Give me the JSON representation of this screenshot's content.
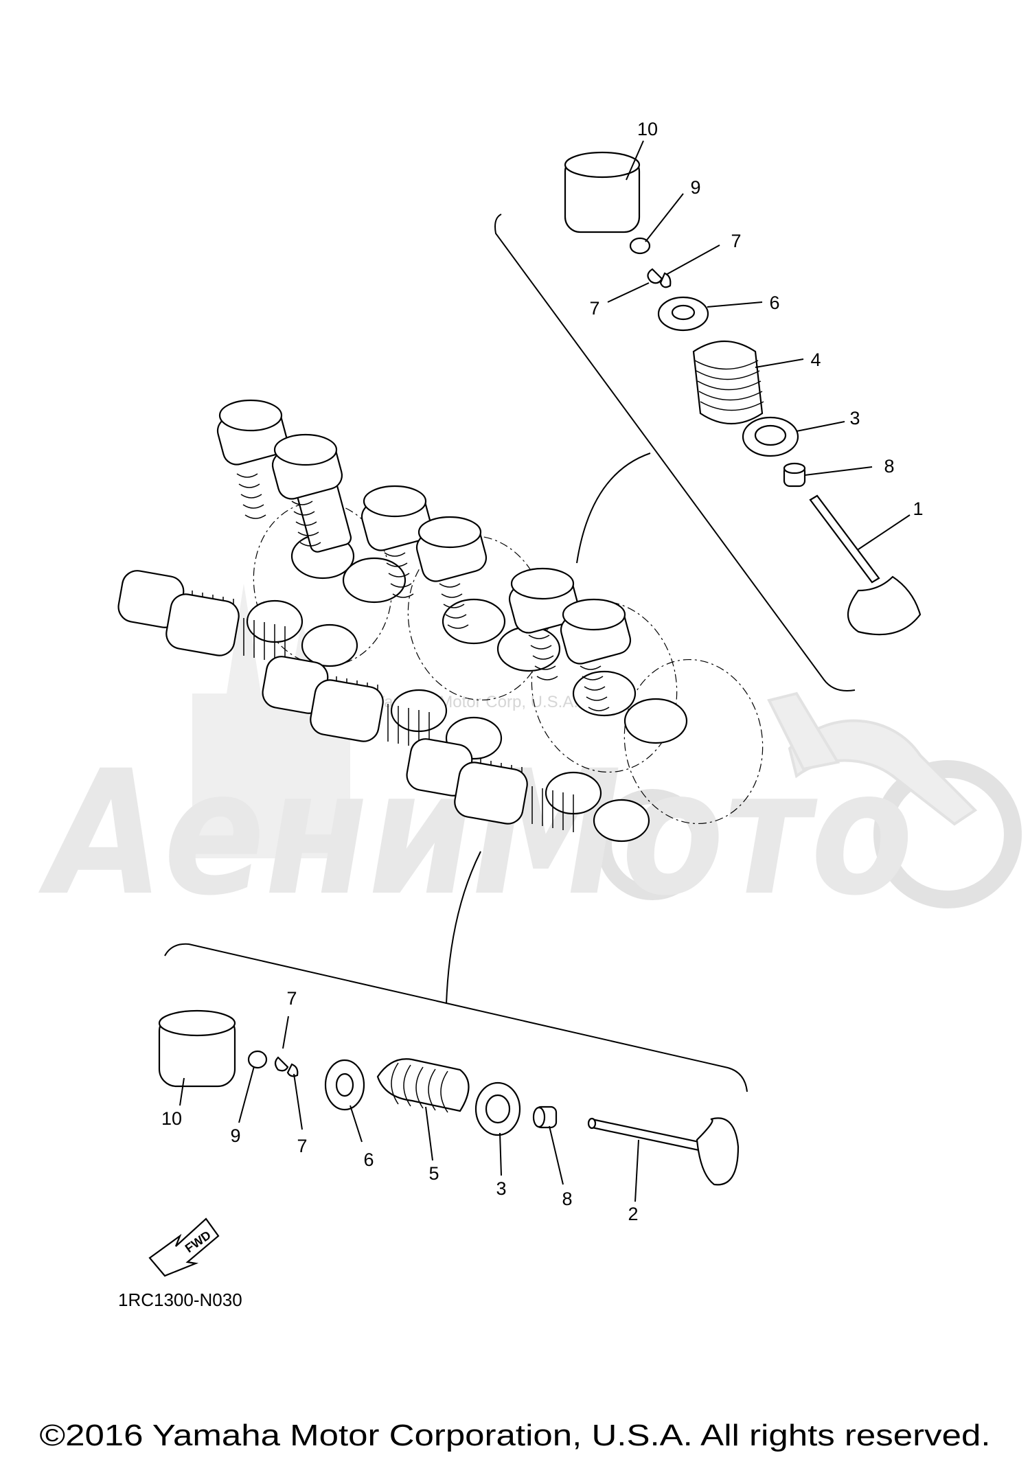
{
  "watermark": {
    "logo_text": "АениМото",
    "overlay_text": "Yamaha Motor Corp, U.S.A."
  },
  "diagram_code": "1RC1300-N030",
  "copyright": "©2016 Yamaha Motor Corporation, U.S.A. All rights reserved.",
  "fwd_label": "FWD",
  "callouts_top": {
    "c10": "10",
    "c9": "9",
    "c7a": "7",
    "c7b": "7",
    "c6": "6",
    "c4": "4",
    "c3": "3",
    "c8": "8",
    "c1": "1"
  },
  "callouts_bottom": {
    "c10": "10",
    "c9": "9",
    "c7a": "7",
    "c7b": "7",
    "c6": "6",
    "c5": "5",
    "c3": "3",
    "c8": "8",
    "c2": "2"
  }
}
